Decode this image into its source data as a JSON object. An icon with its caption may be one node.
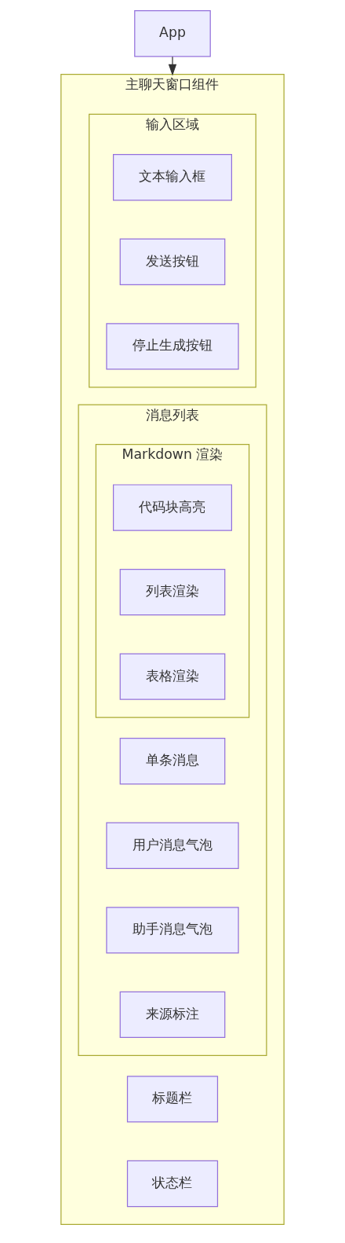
{
  "diagram": {
    "nodes": [
      {
        "text": [
          "App"
        ]
      },
      {
        "text": [
          "主聊天窗口组件"
        ]
      },
      {
        "text": [
          "输入区域"
        ],
        "in": 1
      },
      {
        "text": [
          "文本输入框"
        ],
        "in": 2
      },
      {
        "text": [
          "发送按钮"
        ],
        "in": 2
      },
      {
        "text": [
          "停止生成按钮"
        ],
        "in": 2
      },
      {
        "text": [
          "消息列表"
        ],
        "in": 1
      },
      {
        "text": [
          "Markdown 渲染"
        ],
        "in": 6
      },
      {
        "text": [
          "代码块高亮"
        ],
        "in": 7
      },
      {
        "text": [
          "列表渲染"
        ],
        "in": 7
      },
      {
        "text": [
          "表格渲染"
        ],
        "in": 7
      },
      {
        "text": [
          "单条消息"
        ],
        "in": 6
      },
      {
        "text": [
          "用户消息气泡"
        ],
        "in": 6
      },
      {
        "text": [
          "助手消息气泡"
        ],
        "in": 6
      },
      {
        "text": [
          "来源标注"
        ],
        "in": 6
      },
      {
        "text": [
          "标题栏"
        ],
        "in": 1
      },
      {
        "text": [
          "状态栏"
        ],
        "in": 1
      }
    ],
    "edges": [
      {
        "from": 0,
        "to": 1,
        "arrow": "to"
      }
    ]
  }
}
